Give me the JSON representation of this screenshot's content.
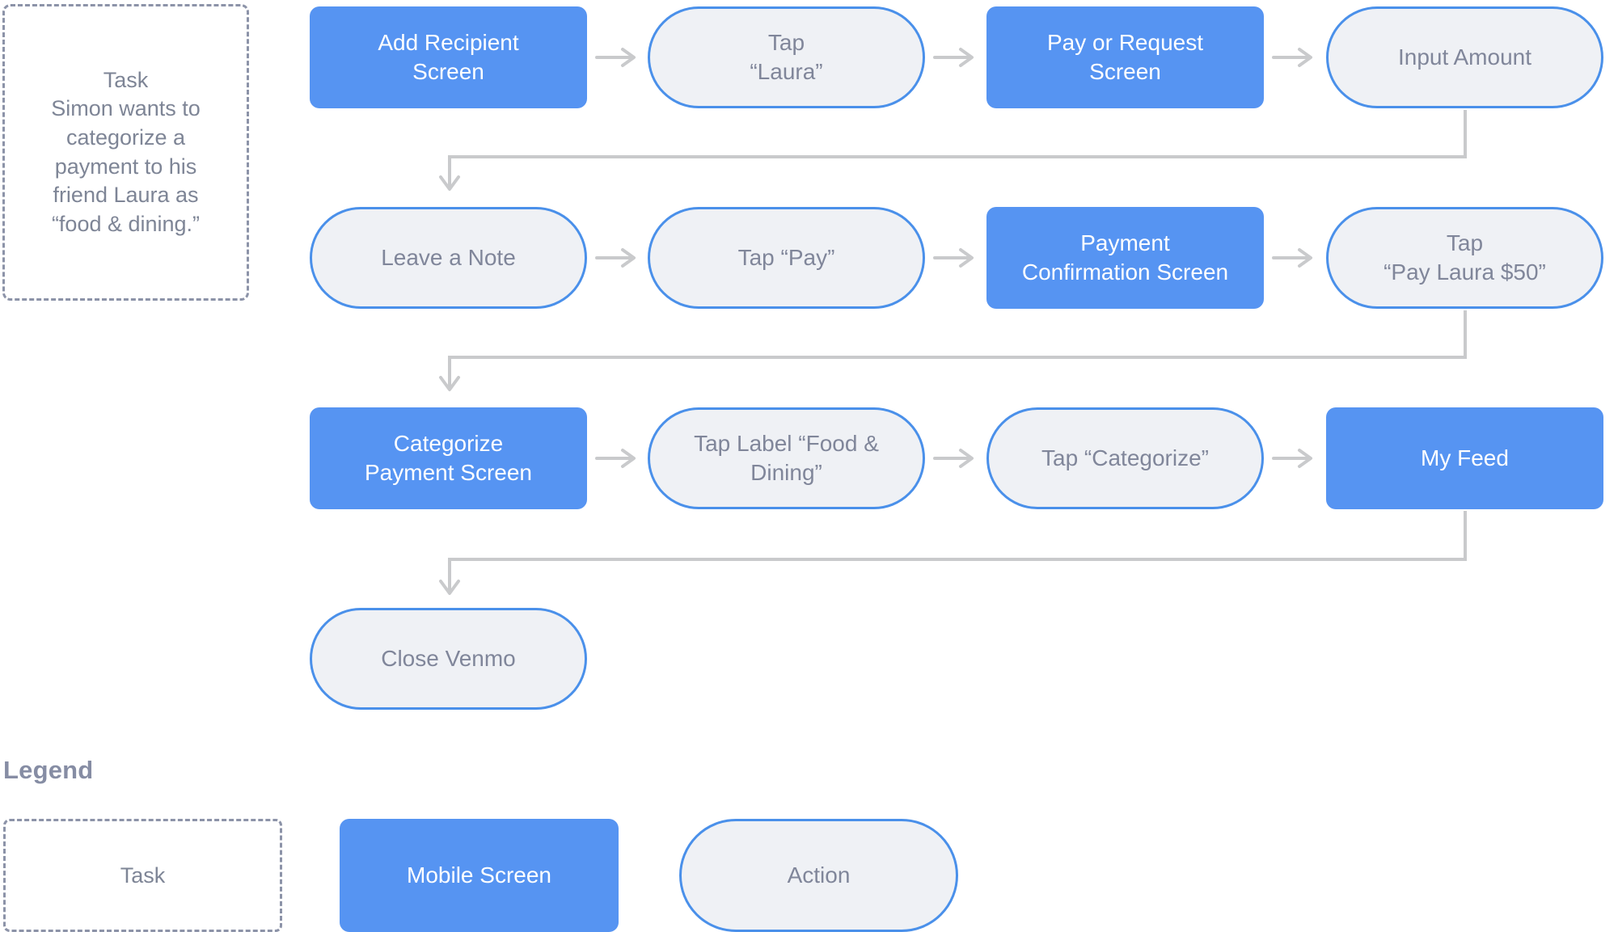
{
  "colors": {
    "screen_fill": "#5694F2",
    "action_fill": "#EFF1F5",
    "action_border": "#4A90EA",
    "task_border": "#8C93A8",
    "text_muted": "#80869A",
    "connector": "#C9CACC",
    "legend_title": "#868DA4"
  },
  "task": {
    "heading": "Task",
    "body": "Simon wants to categorize a payment to his friend Laura as “food & dining.”",
    "full_text": "Task\nSimon wants to\ncategorize a\npayment to his\nfriend Laura as\n“food & dining.”"
  },
  "flow": {
    "rows": [
      {
        "nodes": [
          {
            "type": "screen",
            "label": "Add Recipient\nScreen"
          },
          {
            "type": "action",
            "label": "Tap\n“Laura”"
          },
          {
            "type": "screen",
            "label": "Pay or Request\nScreen"
          },
          {
            "type": "action",
            "label": "Input Amount"
          }
        ]
      },
      {
        "nodes": [
          {
            "type": "action",
            "label": "Leave a Note"
          },
          {
            "type": "action",
            "label": "Tap “Pay”"
          },
          {
            "type": "screen",
            "label": "Payment\nConfirmation Screen"
          },
          {
            "type": "action",
            "label": "Tap\n“Pay Laura $50”"
          }
        ]
      },
      {
        "nodes": [
          {
            "type": "screen",
            "label": "Categorize\nPayment Screen"
          },
          {
            "type": "action",
            "label": "Tap Label “Food &\nDining”"
          },
          {
            "type": "action",
            "label": "Tap “Categorize”"
          },
          {
            "type": "screen",
            "label": "My Feed"
          }
        ]
      },
      {
        "nodes": [
          {
            "type": "action",
            "label": "Close Venmo"
          }
        ]
      }
    ],
    "arrow_glyph": "arrow-right-icon",
    "wrap_connector": "elbow-down-connector"
  },
  "legend": {
    "title": "Legend",
    "items": [
      {
        "type": "task",
        "label": "Task"
      },
      {
        "type": "screen",
        "label": "Mobile Screen"
      },
      {
        "type": "action",
        "label": "Action"
      }
    ]
  }
}
